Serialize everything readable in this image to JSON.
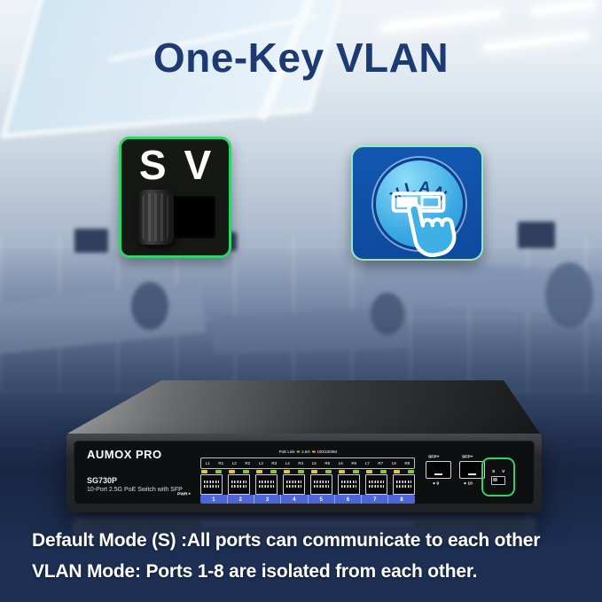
{
  "title": "One-Key VLAN",
  "mode_switch_icon": {
    "s_label": "S",
    "v_label": "V"
  },
  "vlan_button_icon": {
    "label": "VLAN"
  },
  "device": {
    "brand": "AUMOX PRO",
    "model": "SG730P",
    "description": "10-Port 2.5G PoE Switch with SFP",
    "power_led_label": "PWR",
    "led_legend": {
      "prefix": "PoE Link",
      "items": [
        {
          "label": "2.5G",
          "color": "#8bc53f"
        },
        {
          "label": "100/1000M",
          "color": "#e3c44a"
        }
      ]
    },
    "ports": [
      {
        "l": "L1",
        "r": "R1",
        "number": "1"
      },
      {
        "l": "L2",
        "r": "R2",
        "number": "2"
      },
      {
        "l": "L3",
        "r": "R3",
        "number": "3"
      },
      {
        "l": "L4",
        "r": "R4",
        "number": "4"
      },
      {
        "l": "L5",
        "r": "R5",
        "number": "5"
      },
      {
        "l": "L6",
        "r": "R6",
        "number": "6"
      },
      {
        "l": "L7",
        "r": "R7",
        "number": "7"
      },
      {
        "l": "L8",
        "r": "R8",
        "number": "8"
      }
    ],
    "sfp_ports": [
      {
        "label": "SFP+",
        "number": "9"
      },
      {
        "label": "SFP+",
        "number": "10"
      }
    ],
    "mode_toggle": {
      "s_label": "S",
      "v_label": "V"
    }
  },
  "caption": {
    "line1": "Default Mode (S) :All ports can communicate to each other",
    "line2": "VLAN Mode: Ports 1-8 are isolated from each other."
  },
  "colors": {
    "accent_green": "#2fd36b",
    "title_navy": "#1d3b72",
    "icon_blue": "#1257b2",
    "strip_blue": "#4e64d9",
    "led_amber": "#e3c44a",
    "led_green": "#8bc53f"
  }
}
